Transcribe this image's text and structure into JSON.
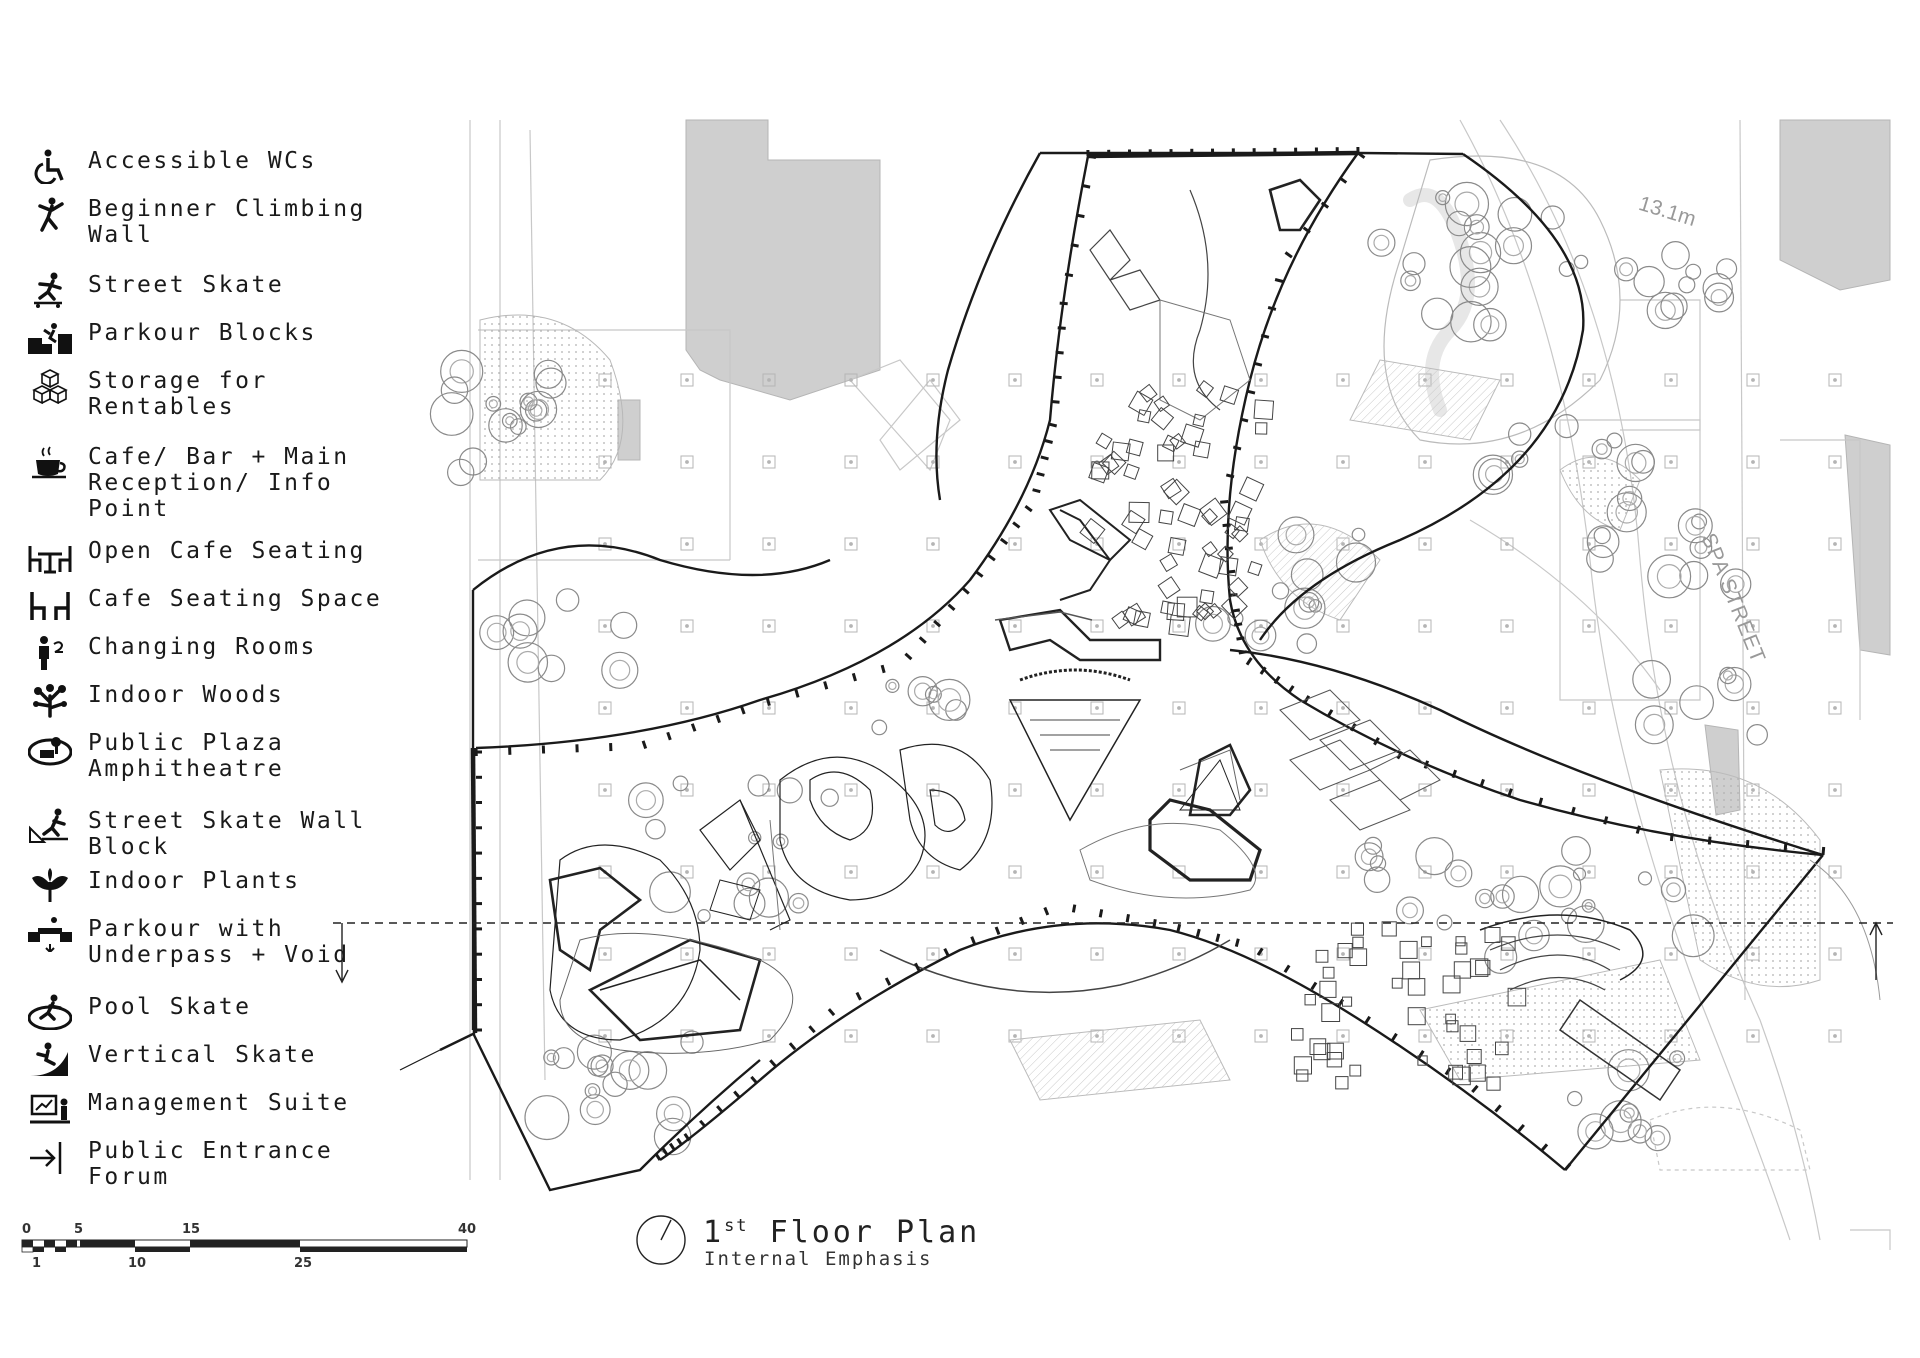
{
  "legend": [
    {
      "icon": "accessible-wc-icon",
      "label": "Accessible WCs"
    },
    {
      "icon": "climbing-wall-icon",
      "label": "Beginner Climbing\nWall"
    },
    {
      "icon": "street-skate-icon",
      "label": "Street Skate"
    },
    {
      "icon": "parkour-blocks-icon",
      "label": "Parkour Blocks"
    },
    {
      "icon": "storage-boxes-icon",
      "label": "Storage for\nRentables"
    },
    {
      "icon": "coffee-cup-icon",
      "label": "Cafe/ Bar + Main\nReception/ Info\nPoint"
    },
    {
      "icon": "open-cafe-seating-icon",
      "label": "Open Cafe Seating"
    },
    {
      "icon": "cafe-seating-icon",
      "label": "Cafe Seating Space"
    },
    {
      "icon": "changing-rooms-icon",
      "label": "Changing Rooms"
    },
    {
      "icon": "indoor-woods-icon",
      "label": "Indoor Woods"
    },
    {
      "icon": "amphitheatre-icon",
      "label": "Public Plaza\nAmphitheatre"
    },
    {
      "icon": "skate-wall-block-icon",
      "label": "Street Skate Wall\nBlock"
    },
    {
      "icon": "indoor-plants-icon",
      "label": "Indoor Plants"
    },
    {
      "icon": "parkour-underpass-icon",
      "label": "Parkour with\nUnderpass + Void"
    },
    {
      "icon": "pool-skate-icon",
      "label": "Pool Skate"
    },
    {
      "icon": "vertical-skate-icon",
      "label": "Vertical Skate"
    },
    {
      "icon": "management-suite-icon",
      "label": "Management Suite"
    },
    {
      "icon": "entrance-arrow-icon",
      "label": "Public Entrance\nForum"
    }
  ],
  "scale_bar": {
    "top_labels": [
      "0",
      "5",
      "15",
      "40"
    ],
    "bottom_labels": [
      "1",
      "10",
      "25"
    ]
  },
  "title": {
    "main": "1",
    "main_sup": "st",
    "main_rest": " Floor Plan",
    "sub": "Internal Emphasis"
  },
  "site_labels": {
    "height": "13.1m",
    "street": "SPA STREET"
  },
  "colors": {
    "ink": "#1a1a1a",
    "site_line": "#c8c8c8",
    "building_fill": "#cfcfcf",
    "tree": "#8a8a8a"
  }
}
